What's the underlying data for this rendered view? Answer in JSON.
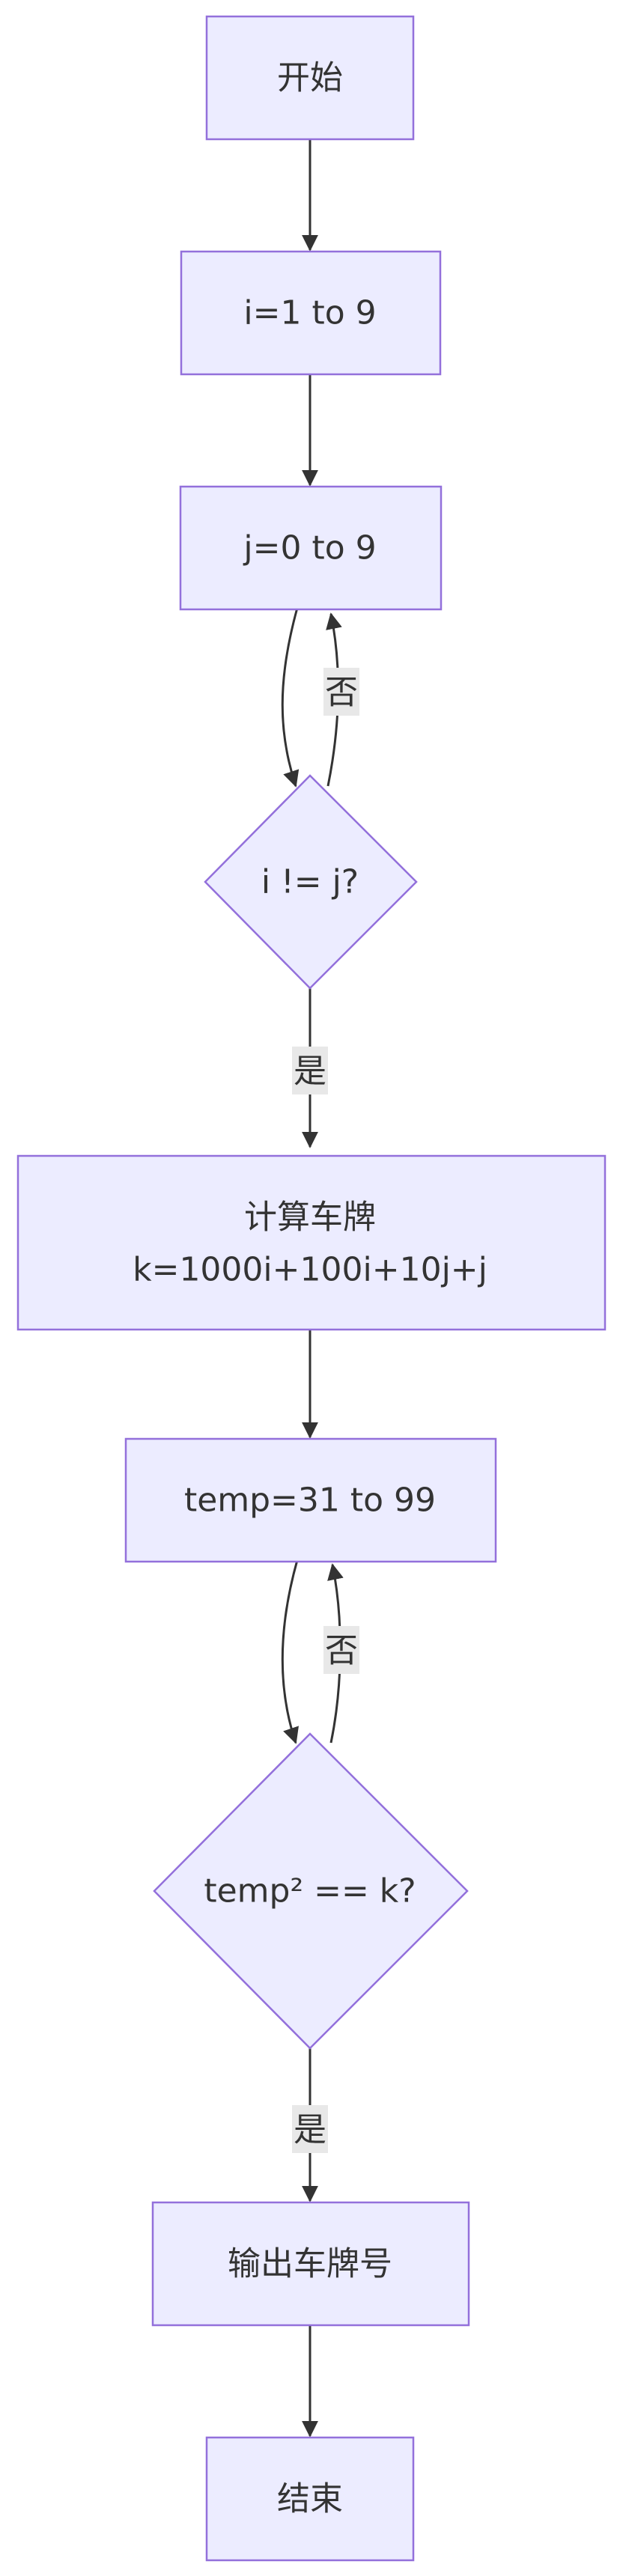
{
  "nodes": {
    "start": "开始",
    "loop_i": "i=1 to 9",
    "loop_j": "j=0 to 9",
    "cond_ij": "i != j?",
    "calc_line1": "计算车牌",
    "calc_line2": "k=1000i+100i+10j+j",
    "loop_temp": "temp=31 to 99",
    "cond_sq": "temp² == k?",
    "output": "输出车牌号",
    "end": "结束"
  },
  "edges": {
    "cond_ij_no": "否",
    "cond_ij_yes": "是",
    "cond_sq_no": "否",
    "cond_sq_yes": "是"
  },
  "colors": {
    "node_fill": "#ececff",
    "node_stroke": "#9370db",
    "edge": "#333333",
    "label_bg": "#e8e8e8"
  }
}
